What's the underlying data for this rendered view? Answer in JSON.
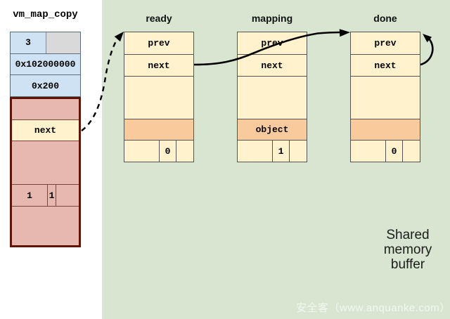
{
  "left_struct": {
    "title": "vm_map_copy",
    "type_value": "3",
    "padding_value": "",
    "offset_value": "0x102000000",
    "size_value": "0x200",
    "next_label": "next",
    "flag1_value": "1",
    "flag2_value": "1"
  },
  "nodes": [
    {
      "title": "ready",
      "prev_label": "prev",
      "next_label": "next",
      "object_label": "",
      "ref_value": "0"
    },
    {
      "title": "mapping",
      "prev_label": "prev",
      "next_label": "next",
      "object_label": "object",
      "ref_value": "1"
    },
    {
      "title": "done",
      "prev_label": "prev",
      "next_label": "next",
      "object_label": "",
      "ref_value": "0"
    }
  ],
  "annotations": {
    "shared_line1": "Shared",
    "shared_line2": "memory",
    "shared_line3": "buffer",
    "watermark": "安全客（www.anquanke.com）"
  },
  "arrows": {
    "dashed_from": "vm_map_copy.next",
    "dashed_to": "ready",
    "solid_from": "ready.next",
    "solid_to": "done",
    "loop_from": "done.next",
    "loop_to": "done"
  },
  "colors": {
    "background": "#ffffff",
    "shared_region_green": "#d8e6d1",
    "cell_yellow": "#fff2cc",
    "cell_orange": "#f9cb9c",
    "cell_blue": "#cfe2f3",
    "cell_gray": "#d9d9d9",
    "struct_pink": "#e6b8af",
    "struct_border_maroon": "#5e1506",
    "arrow_black": "#000000"
  }
}
